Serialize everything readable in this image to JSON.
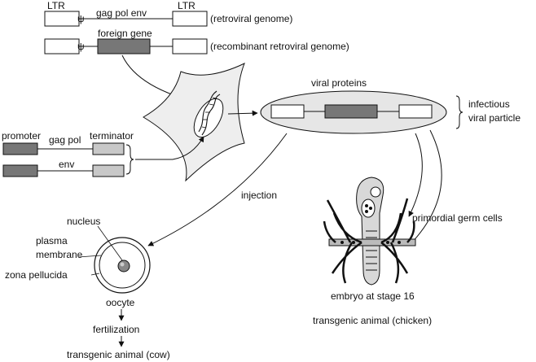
{
  "genome": {
    "ltr_left": "LTR",
    "genes": "gag pol env",
    "ltr_right": "LTR",
    "caption": "(retroviral genome)"
  },
  "recombinant": {
    "insert": "foreign gene",
    "caption": "(recombinant retroviral genome)"
  },
  "packaging": {
    "promoter": "promoter",
    "gag_pol": "gag pol",
    "terminator": "terminator",
    "env": "env"
  },
  "particle": {
    "viral_proteins": "viral proteins",
    "caption_line1": "infectious",
    "caption_line2": "viral particle"
  },
  "embryo": {
    "primordial": "primordial germ cells",
    "stage": "embryo at stage 16",
    "result": "transgenic animal (chicken)"
  },
  "oocyte": {
    "injection": "injection",
    "nucleus": "nucleus",
    "plasma1": "plasma",
    "plasma2": "membrane",
    "zona": "zona pellucida",
    "label": "oocyte",
    "fertilization": "fertilization",
    "result": "transgenic animal (cow)"
  },
  "colors": {
    "dark_box": "#777777",
    "light_box": "#c8c8c8",
    "cell_fill": "#eeeeee",
    "particle_fill": "#e6e6e6"
  }
}
